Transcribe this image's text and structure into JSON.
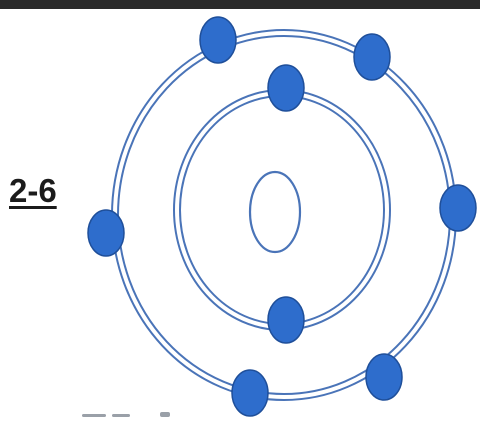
{
  "diagram": {
    "configuration_label": "2-6",
    "shells": [
      {
        "name": "inner-shell",
        "electron_count": 2
      },
      {
        "name": "outer-shell",
        "electron_count": 6
      }
    ],
    "colors": {
      "orbit": "#4a74b8",
      "electron_fill": "#2e6dcc",
      "electron_stroke": "#1f4f9a",
      "label": "#1b1b1b",
      "top_bar": "#2a2a2a"
    }
  }
}
